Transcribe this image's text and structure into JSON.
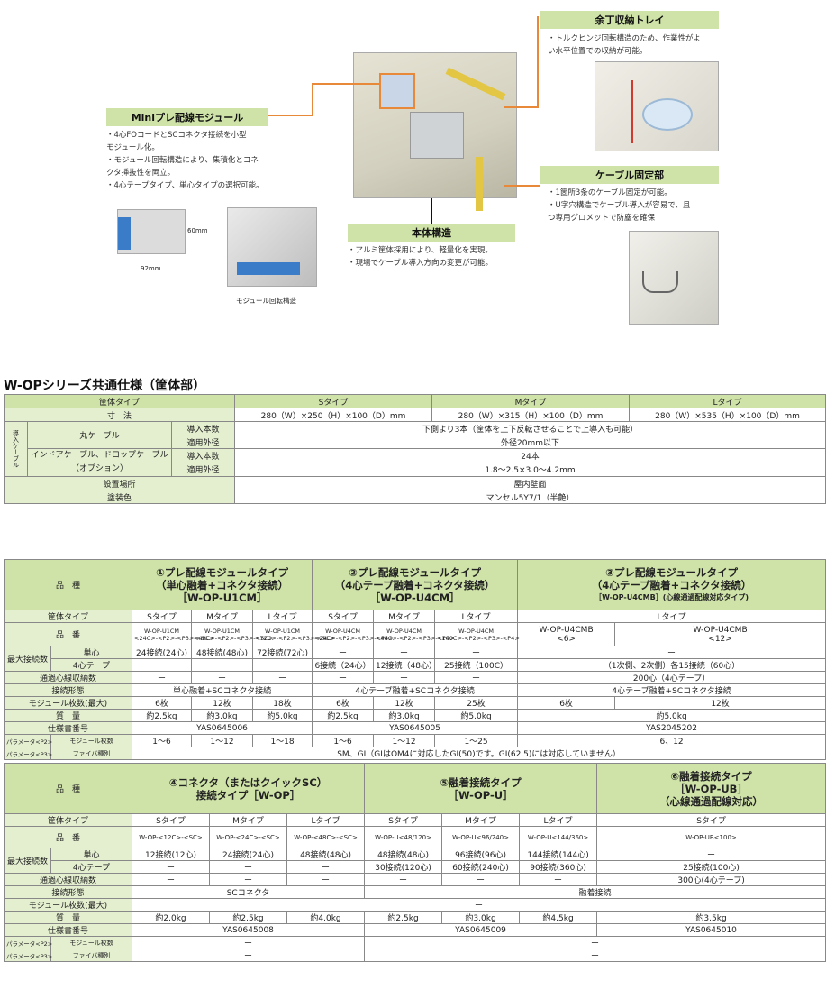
{
  "callouts": {
    "tray": {
      "title": "余丁収納トレイ",
      "lines": [
        "・トルクヒンジ回転構造のため、作業性がよ",
        "い水平位置での収納が可能。"
      ]
    },
    "module": {
      "title": "Miniプレ配線モジュール",
      "lines": [
        "・4心FOコードとSCコネクタ接続を小型",
        "モジュール化。",
        "・モジュール回転構造により、集積化とコネ",
        "クタ挿抜性を両立。",
        "・4心テープタイプ、単心タイプの選択可能。"
      ]
    },
    "cable": {
      "title": "ケーブル固定部",
      "lines": [
        "・1箇所3条のケーブル固定が可能。",
        "・U字穴構造でケーブル導入が容易で、且",
        "つ専用グロメットで防塵を確保"
      ]
    },
    "body": {
      "title": "本体構造",
      "lines": [
        "・アルミ筐体採用により、軽量化を実現。",
        "・現場でケーブル導入方向の変更が可能。"
      ]
    },
    "dims": {
      "h": "60mm",
      "w": "92mm"
    },
    "rotate_caption": "モジュール回転構造"
  },
  "spec1": {
    "title": "W-OPシリーズ共通仕様（筐体部）",
    "head": [
      "筐体タイプ",
      "Sタイプ",
      "Mタイプ",
      "Lタイプ"
    ],
    "dim_label": "寸　法",
    "dims": [
      "280（W）×250（H）×100（D）mm",
      "280（W）×315（H）×100（D）mm",
      "280（W）×535（H）×100（D）mm"
    ],
    "cable_group": "導入ケーブル",
    "round_cable": "丸ケーブル",
    "drop_cable": "インドアケーブル、ドロップケーブル",
    "drop_option": "（オプション）",
    "count_label": "導入本数",
    "od_label": "適用外径",
    "round_count": "下側より3本（筐体を上下反転させることで上導入も可能）",
    "round_od": "外径20mm以下",
    "drop_count": "24本",
    "drop_od": "1.8～2.5×3.0～4.2mm",
    "place_label": "設置場所",
    "place": "屋内壁面",
    "color_label": "塗装色",
    "color": "マンセル5Y7/1（半艶）"
  },
  "spec2": {
    "hinshu": "品　種",
    "t1": [
      "①プレ配線モジュールタイプ",
      "（単心融着+コネクタ接続）",
      "［W-OP-U1CM］"
    ],
    "t2": [
      "②プレ配線モジュールタイプ",
      "（4心テープ融着+コネクタ接続）",
      "［W-OP-U4CM］"
    ],
    "t3": [
      "③プレ配線モジュールタイプ",
      "（4心テープ融着+コネクタ接続）",
      "［W-OP-U4CMB］(心線通過配線対応タイプ)"
    ],
    "row_type": "筐体タイプ",
    "types": [
      "Sタイプ",
      "Mタイプ",
      "Lタイプ",
      "Sタイプ",
      "Mタイプ",
      "Lタイプ",
      "Lタイプ"
    ],
    "row_part": "品　番",
    "parts_a": [
      "W-OP-U1CM",
      "W-OP-U1CM",
      "W-OP-U1CM",
      "W-OP-U4CM",
      "W-OP-U4CM",
      "W-OP-U4CM",
      "W-OP-U4CMB",
      "W-OP-U4CMB"
    ],
    "parts_b": [
      "<24C>-<P2>-<P3>-<SC>",
      "<48C>-<P2>-<P3>-<SC>",
      "<72C>-<P2>-<P3>-<SC>",
      "<24C>-<P2>-<P3>-<P4>",
      "<48C>-<P2>-<P3>-<P4>",
      "<100C>-<P2>-<P3>-<P4>",
      "<6>",
      "<12>"
    ],
    "max_label": "最大接続数",
    "single": "単心",
    "tape": "4心テープ",
    "single_vals": [
      "24接続(24心)",
      "48接続(48心)",
      "72接続(72心)",
      "ー",
      "ー",
      "ー",
      "ー"
    ],
    "tape_vals": [
      "ー",
      "ー",
      "ー",
      "6接続（24心）",
      "12接続（48心）",
      "25接続（100C）",
      "（1次側、2次側）各15接続（60心）"
    ],
    "pass_label": "通過心線収納数",
    "pass_vals": [
      "ー",
      "ー",
      "ー",
      "ー",
      "ー",
      "ー",
      "200心（4心テープ）"
    ],
    "form_label": "接続形態",
    "form_vals": [
      "単心融着+SCコネクタ接続",
      "4心テープ融着+SCコネクタ接続",
      "4心テープ融着+SCコネクタ接続"
    ],
    "mod_label": "モジュール枚数(最大)",
    "mod_vals": [
      "6枚",
      "12枚",
      "18枚",
      "6枚",
      "12枚",
      "25枚",
      "6枚",
      "12枚"
    ],
    "mass_label": "質　量",
    "mass_vals": [
      "約2.5kg",
      "約3.0kg",
      "約5.0kg",
      "約2.5kg",
      "約3.0kg",
      "約5.0kg",
      "約5.0kg"
    ],
    "spec_label": "仕様書番号",
    "spec_vals": [
      "YAS0645006",
      "YAS0645005",
      "YAS2045202"
    ],
    "p2_a": "パラメータ<P2>",
    "p2_b": "モジュール枚数",
    "p2_vals": [
      "1～6",
      "1～12",
      "1～18",
      "1～6",
      "1～12",
      "1～25",
      "6、12"
    ],
    "p3_a": "パラメータ<P3>",
    "p3_b": "ファイバ種別",
    "p3_val": "SM、GI（GIはOM4に対応したGI(50)です。GI(62.5)には対応していません）"
  },
  "spec3": {
    "hinshu": "品　種",
    "t4": [
      "④コネクタ（またはクイックSC）",
      "接続タイプ［W-OP］"
    ],
    "t5": [
      "⑤融着接続タイプ",
      "［W-OP-U］"
    ],
    "t6": [
      "⑥融着接続タイプ",
      "［W-OP-UB］",
      "（心線通過配線対応）"
    ],
    "row_type": "筐体タイプ",
    "types": [
      "Sタイプ",
      "Mタイプ",
      "Lタイプ",
      "Sタイプ",
      "Mタイプ",
      "Lタイプ",
      "Sタイプ"
    ],
    "row_part": "品　番",
    "parts": [
      "W-OP-<12C>-<SC>",
      "W-OP-<24C>-<SC>",
      "W-OP-<48C>-<SC>",
      "W-OP-U<48/120>",
      "W-OP-U<96/240>",
      "W-OP-U<144/360>",
      "W-OP-UB<100>"
    ],
    "max_label": "最大接続数",
    "single": "単心",
    "tape": "4心テープ",
    "single_vals": [
      "12接続(12心)",
      "24接続(24心)",
      "48接続(48心)",
      "48接続(48心)",
      "96接続(96心)",
      "144接続(144心)",
      "ー"
    ],
    "tape_vals": [
      "ー",
      "ー",
      "ー",
      "30接続(120心)",
      "60接続(240心)",
      "90接続(360心)",
      "25接続(100心)"
    ],
    "pass_label": "通過心線収納数",
    "pass_vals": [
      "ー",
      "ー",
      "ー",
      "ー",
      "ー",
      "ー",
      "300心(4心テープ)"
    ],
    "form_label": "接続形態",
    "form_vals": [
      "SCコネクタ",
      "融着接続"
    ],
    "mod_label": "モジュール枚数(最大)",
    "mod_val": "ー",
    "mass_label": "質　量",
    "mass_vals": [
      "約2.0kg",
      "約2.5kg",
      "約4.0kg",
      "約2.5kg",
      "約3.0kg",
      "約4.5kg",
      "約3.5kg"
    ],
    "spec_label": "仕様書番号",
    "spec_vals": [
      "YAS0645008",
      "YAS0645009",
      "YAS0645010"
    ],
    "p2_a": "パラメータ<P2>",
    "p2_b": "モジュール枚数",
    "p3_a": "パラメータ<P3>",
    "p3_b": "ファイバ種別",
    "dash": "ー"
  }
}
